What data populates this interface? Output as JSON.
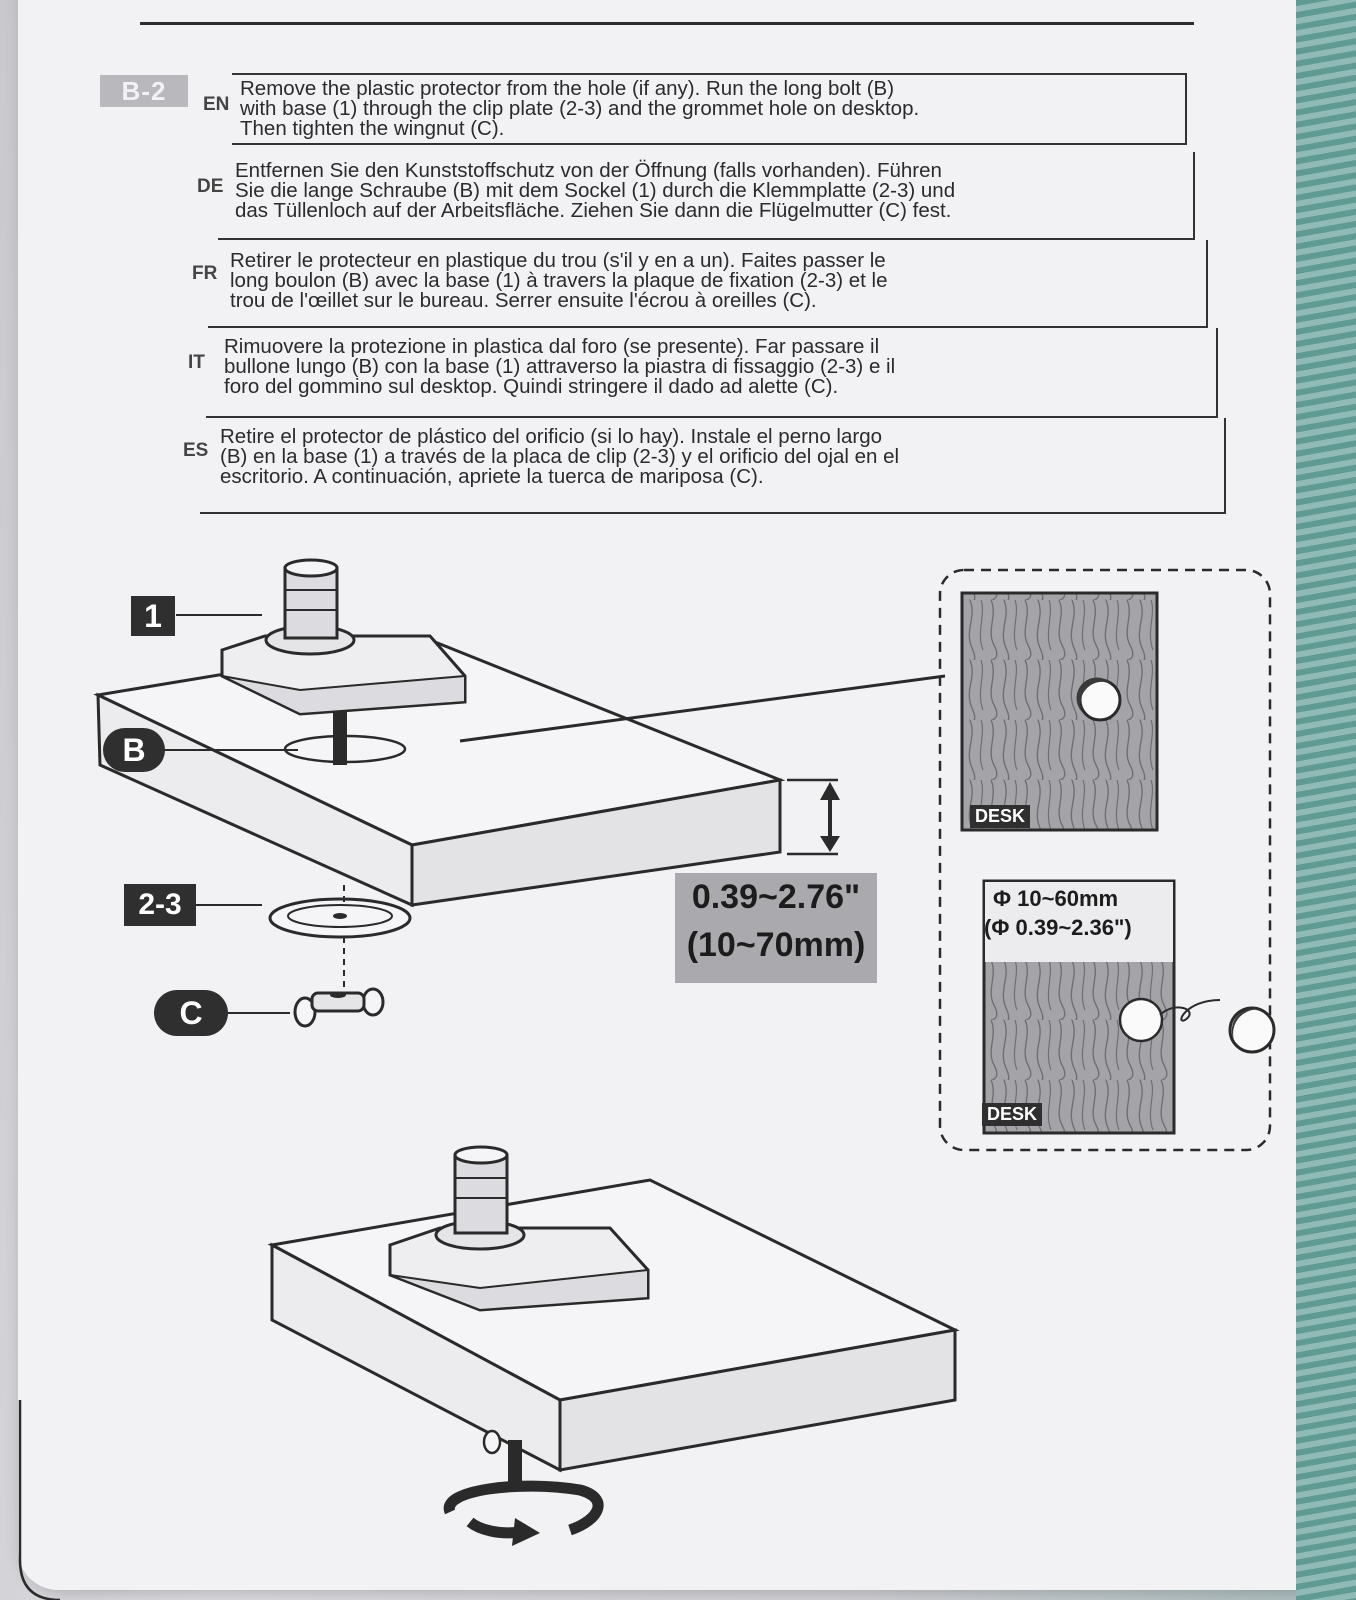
{
  "step": "B-2",
  "instructions": [
    {
      "code": "EN",
      "lines": [
        "Remove the plastic protector from the hole (if any). Run the long bolt (B)",
        "with base (1) through the clip plate (2-3) and the grommet hole on desktop.",
        "Then tighten the wingnut (C)."
      ]
    },
    {
      "code": "DE",
      "lines": [
        "Entfernen Sie den Kunststoffschutz von der Öffnung (falls vorhanden). Führen",
        "Sie die lange Schraube (B) mit dem Sockel (1) durch die Klemmplatte (2-3) und",
        "das Tüllenloch auf der Arbeitsfläche. Ziehen Sie dann die Flügelmutter (C) fest."
      ]
    },
    {
      "code": "FR",
      "lines": [
        "Retirer le protecteur en plastique du trou (s'il y en a un). Faites passer le",
        "long boulon (B) avec la base (1) à travers la plaque de fixation (2-3) et le",
        "trou de l'œillet sur le bureau. Serrer ensuite l'écrou à oreilles (C)."
      ]
    },
    {
      "code": "IT",
      "lines": [
        "Rimuovere la protezione in plastica dal foro (se presente). Far passare il",
        "bullone lungo (B) con la base (1) attraverso la piastra di fissaggio (2-3) e il",
        "foro del gommino sul desktop. Quindi stringere il dado ad alette (C)."
      ]
    },
    {
      "code": "ES",
      "lines": [
        "Retire el protector de plástico del orificio (si lo hay). Instale el perno largo",
        "(B)  en la base (1) a través de la placa de clip (2-3) y el orificio del ojal en el",
        "escritorio. A continuación, apriete la tuerca de mariposa (C)."
      ]
    }
  ],
  "parts": {
    "base": "1",
    "bolt": "B",
    "clip_plate": "2-3",
    "wingnut": "C"
  },
  "thickness": {
    "inch": "0.39~2.76\"",
    "mm": "(10~70mm)"
  },
  "hole": {
    "mm": "Φ 10~60mm",
    "inch": "(Φ 0.39~2.36\")"
  },
  "desk_label": "DESK"
}
